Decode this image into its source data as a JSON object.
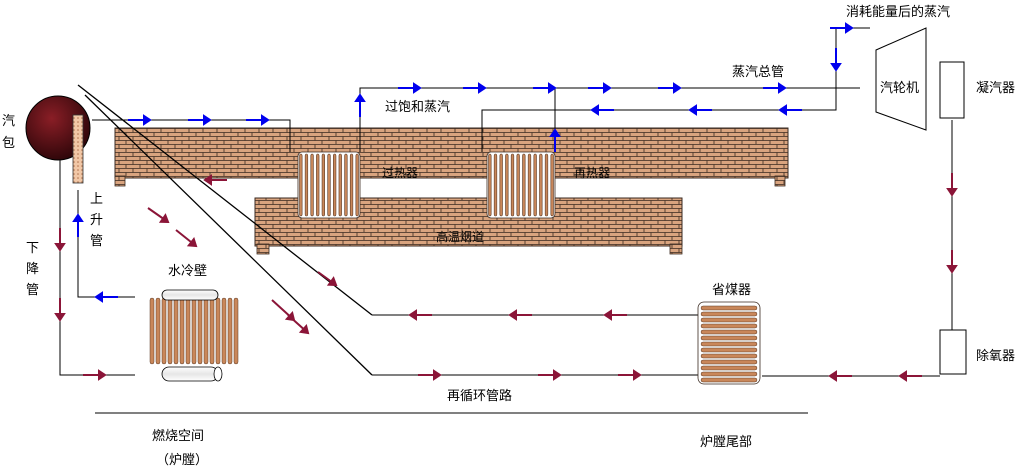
{
  "labels": {
    "drum": [
      "汽",
      "包"
    ],
    "riser": [
      "上",
      "升",
      "管"
    ],
    "downcomer": [
      "下",
      "降",
      "管"
    ],
    "water_wall": "水冷壁",
    "superheated_steam": "过饱和蒸汽",
    "superheater": "过热器",
    "reheater": "再热器",
    "flue": "高温烟道",
    "main_steam_pipe": "蒸汽总管",
    "exhaust_steam": "消耗能量后的蒸汽",
    "turbine": "汽轮机",
    "condenser": "凝汽器",
    "economizer": "省煤器",
    "deaerator": "除氧器",
    "recirculation": "再循环管路",
    "combustion_space": "燃烧空间",
    "furnace": "（炉膛）",
    "furnace_tail": "炉膛尾部"
  },
  "colors": {
    "steam_arrow": "#0000ee",
    "water_arrow": "#8b1538",
    "brick": "#d9a47f",
    "brick_mortar": "#3a2a20",
    "drum_fill": "#5a0f14",
    "coil": "#c9875a",
    "line": "#000000"
  }
}
